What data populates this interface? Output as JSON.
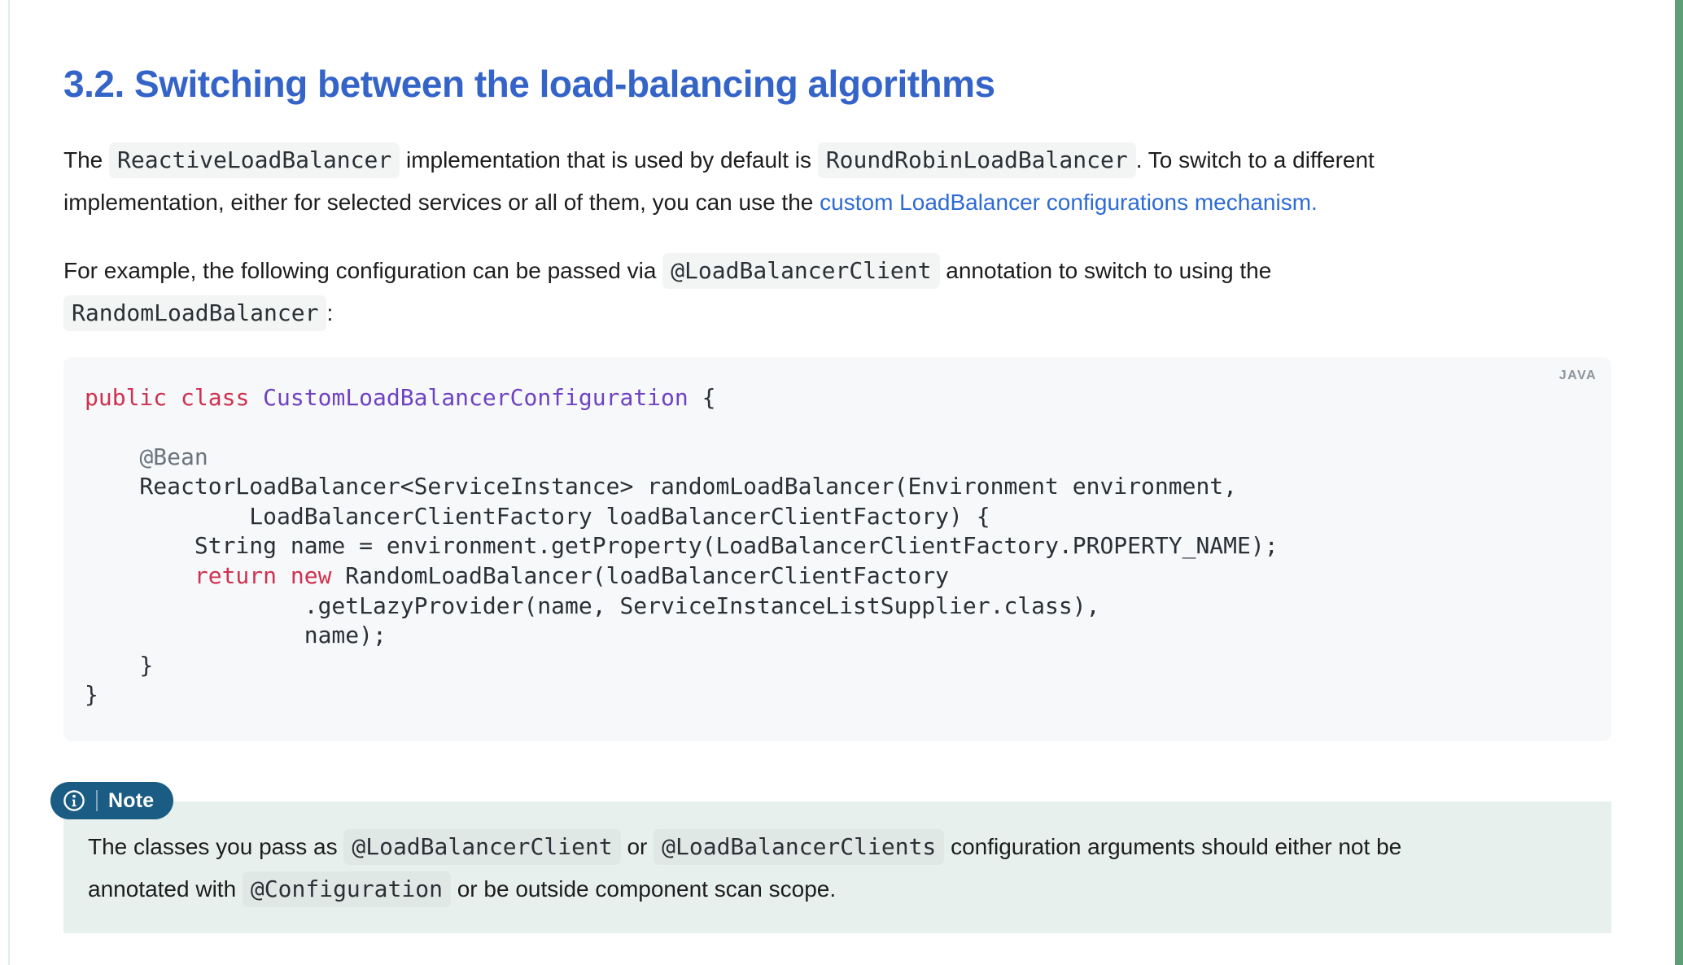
{
  "theme": {
    "colors": {
      "heading-blue": "#3464c8",
      "link-blue": "#2d6bd5",
      "body-text": "#1d1d1f",
      "code-text": "#2b3036",
      "tok-keyword": "#cf3150",
      "tok-title": "#6f42c1",
      "tok-meta": "#6b737c",
      "code-bg": "#f6f8fa",
      "chip-bg": "#f3f4f4",
      "chip-bg-on-note": "#e0e8e6",
      "note-badge-bg": "#1a5c83",
      "note-body-bg": "#e8f0ed",
      "lang-label": "#8c939b",
      "edge-line": "#e4ebed",
      "right-bar-green": "#5d9e76"
    }
  },
  "heading": {
    "text": "3.2. Switching between the load-balancing algorithms"
  },
  "intro_paragraph": {
    "segments": [
      {
        "t": "text",
        "v": "The "
      },
      {
        "t": "code",
        "v": "ReactiveLoadBalancer"
      },
      {
        "t": "text",
        "v": " implementation that is used by default is "
      },
      {
        "t": "code",
        "v": "RoundRobinLoadBalancer"
      },
      {
        "t": "text",
        "v": ". To switch to a different"
      },
      {
        "t": "br"
      },
      {
        "t": "text",
        "v": "implementation, either for selected services or all of them, you can use the "
      },
      {
        "t": "link",
        "v": "custom LoadBalancer configurations mechanism."
      }
    ]
  },
  "example_paragraph": {
    "segments": [
      {
        "t": "text",
        "v": "For example, the following configuration can be passed via "
      },
      {
        "t": "code",
        "v": "@LoadBalancerClient"
      },
      {
        "t": "text",
        "v": " annotation to switch to using the"
      },
      {
        "t": "br"
      },
      {
        "t": "code",
        "v": "RandomLoadBalancer"
      },
      {
        "t": "text",
        "v": ":"
      }
    ]
  },
  "code_block": {
    "language_label": "JAVA",
    "lines": [
      [
        {
          "c": "kw",
          "v": "public"
        },
        {
          "v": " "
        },
        {
          "c": "kw",
          "v": "class"
        },
        {
          "v": " "
        },
        {
          "c": "title",
          "v": "CustomLoadBalancerConfiguration"
        },
        {
          "v": " {"
        }
      ],
      [],
      [
        {
          "v": "    "
        },
        {
          "c": "meta",
          "v": "@Bean"
        }
      ],
      [
        {
          "v": "    ReactorLoadBalancer<ServiceInstance> randomLoadBalancer(Environment environment,"
        }
      ],
      [
        {
          "v": "            LoadBalancerClientFactory loadBalancerClientFactory) {"
        }
      ],
      [
        {
          "v": "        String name = environment.getProperty(LoadBalancerClientFactory.PROPERTY_NAME);"
        }
      ],
      [
        {
          "v": "        "
        },
        {
          "c": "kw",
          "v": "return"
        },
        {
          "v": " "
        },
        {
          "c": "kw",
          "v": "new"
        },
        {
          "v": " RandomLoadBalancer(loadBalancerClientFactory"
        }
      ],
      [
        {
          "v": "                .getLazyProvider(name, ServiceInstanceListSupplier.class),"
        }
      ],
      [
        {
          "v": "                name);"
        }
      ],
      [
        {
          "v": "    }"
        }
      ],
      [
        {
          "v": "}"
        }
      ]
    ]
  },
  "note": {
    "badge_label": "Note",
    "segments": [
      {
        "t": "text",
        "v": "The classes you pass as "
      },
      {
        "t": "code",
        "v": "@LoadBalancerClient"
      },
      {
        "t": "text",
        "v": " or "
      },
      {
        "t": "code",
        "v": "@LoadBalancerClients"
      },
      {
        "t": "text",
        "v": " configuration arguments should either not be"
      },
      {
        "t": "br"
      },
      {
        "t": "text",
        "v": "annotated with "
      },
      {
        "t": "code",
        "v": "@Configuration"
      },
      {
        "t": "text",
        "v": " or be outside component scan scope."
      }
    ]
  }
}
